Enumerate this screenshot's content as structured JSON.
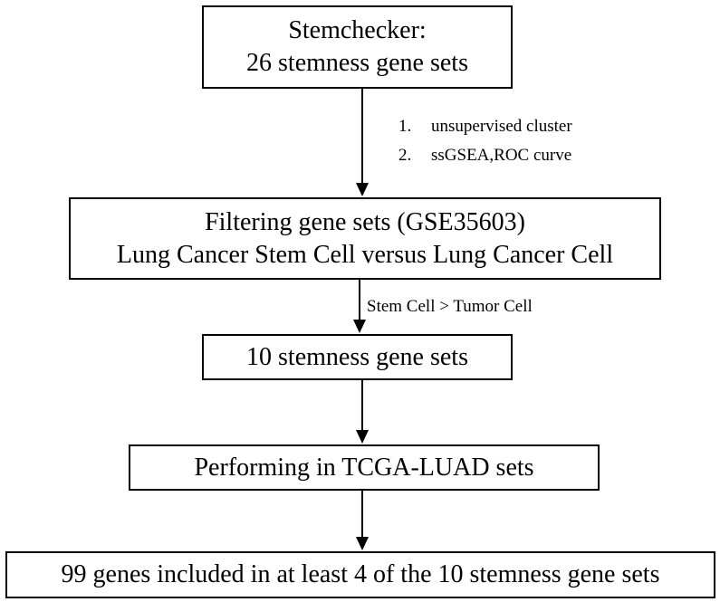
{
  "boxes": {
    "stemchecker": {
      "line1": "Stemchecker:",
      "line2": "26 stemness gene sets"
    },
    "filtering": {
      "line1": "Filtering gene sets (GSE35603)",
      "line2": "Lung Cancer Stem Cell versus Lung Cancer Cell"
    },
    "ten_sets": {
      "line1": "10 stemness gene sets"
    },
    "tcga": {
      "line1": "Performing in TCGA-LUAD sets"
    },
    "result": {
      "line1": "99 genes included in at least 4 of the 10 stemness gene sets"
    }
  },
  "steps": [
    {
      "num": "1.",
      "text": "unsupervised cluster"
    },
    {
      "num": "2.",
      "text": "ssGSEA,ROC curve"
    }
  ],
  "edge_label": "Stem Cell > Tumor Cell"
}
